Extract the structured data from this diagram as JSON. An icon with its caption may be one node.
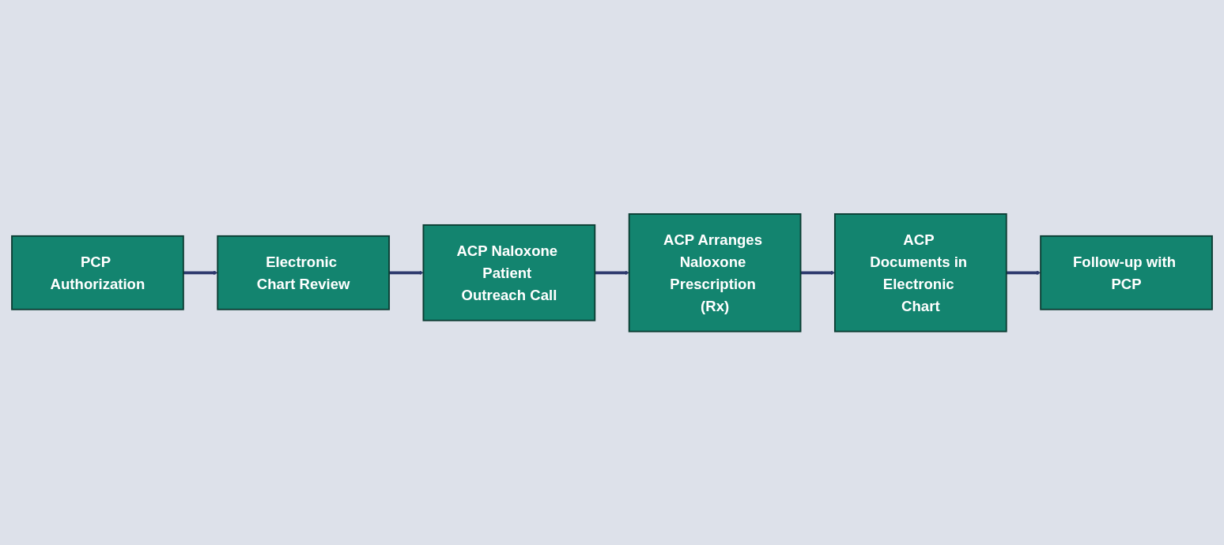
{
  "diagram": {
    "nodes": [
      {
        "text": [
          "PCP Authorization"
        ]
      },
      {
        "text": [
          "Electronic Chart Review"
        ]
      },
      {
        "text": [
          "ACP Naloxone Patient Outreach Call"
        ]
      },
      {
        "text": [
          "ACP Arranges Naloxone Prescription (Rx)"
        ]
      },
      {
        "text": [
          "ACP Documents in Electronic Chart"
        ]
      },
      {
        "text": [
          "Follow-up with PCP"
        ]
      }
    ],
    "edges": [
      {
        "from": 0,
        "to": 1,
        "arrow": "to"
      },
      {
        "from": 1,
        "to": 2,
        "arrow": "to"
      },
      {
        "from": 2,
        "to": 3,
        "arrow": "to"
      },
      {
        "from": 3,
        "to": 4,
        "arrow": "to"
      },
      {
        "from": 4,
        "to": 5,
        "arrow": "to"
      }
    ]
  }
}
